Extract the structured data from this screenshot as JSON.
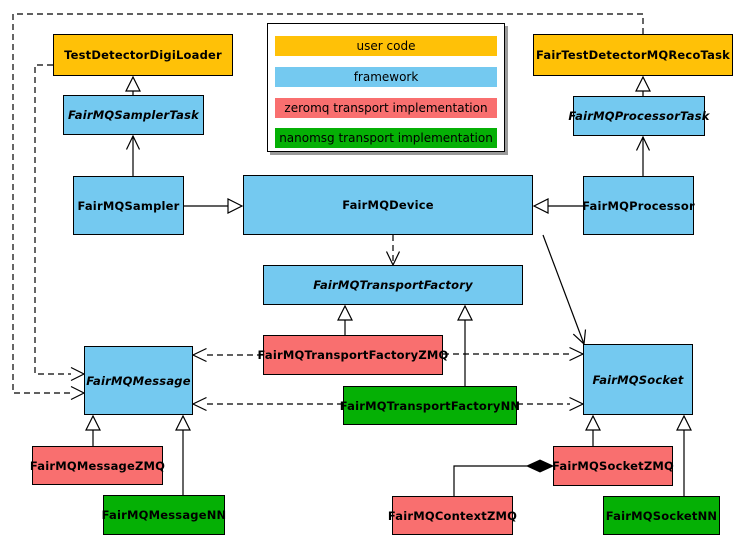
{
  "legend": {
    "items": [
      {
        "label": "user code",
        "color": "#FFC107"
      },
      {
        "label": "framework",
        "color": "#74C9F0"
      },
      {
        "label": "zeromq transport implementation",
        "color": "#F96F6F"
      },
      {
        "label": "nanomsg transport implementation",
        "color": "#05B005"
      }
    ]
  },
  "nodes": [
    {
      "label": "TestDetectorDigiLoader",
      "category": "user code",
      "abstract": false,
      "color": "#FFC107"
    },
    {
      "label": "FairTestDetectorMQRecoTask",
      "category": "user code",
      "abstract": false,
      "color": "#FFC107"
    },
    {
      "label": "FairMQSamplerTask",
      "category": "framework",
      "abstract": true,
      "color": "#74C9F0"
    },
    {
      "label": "FairMQProcessorTask",
      "category": "framework",
      "abstract": true,
      "color": "#74C9F0"
    },
    {
      "label": "FairMQSampler",
      "category": "framework",
      "abstract": false,
      "color": "#74C9F0"
    },
    {
      "label": "FairMQDevice",
      "category": "framework",
      "abstract": false,
      "color": "#74C9F0"
    },
    {
      "label": "FairMQProcessor",
      "category": "framework",
      "abstract": false,
      "color": "#74C9F0"
    },
    {
      "label": "FairMQTransportFactory",
      "category": "framework",
      "abstract": true,
      "color": "#74C9F0"
    },
    {
      "label": "FairMQTransportFactoryZMQ",
      "category": "zeromq",
      "abstract": false,
      "color": "#F96F6F"
    },
    {
      "label": "FairMQTransportFactoryNN",
      "category": "nanomsg",
      "abstract": false,
      "color": "#05B005"
    },
    {
      "label": "FairMQMessage",
      "category": "framework",
      "abstract": true,
      "color": "#74C9F0"
    },
    {
      "label": "FairMQSocket",
      "category": "framework",
      "abstract": true,
      "color": "#74C9F0"
    },
    {
      "label": "FairMQMessageZMQ",
      "category": "zeromq",
      "abstract": false,
      "color": "#F96F6F"
    },
    {
      "label": "FairMQMessageNN",
      "category": "nanomsg",
      "abstract": false,
      "color": "#05B005"
    },
    {
      "label": "FairMQSocketZMQ",
      "category": "zeromq",
      "abstract": false,
      "color": "#F96F6F"
    },
    {
      "label": "FairMQSocketNN",
      "category": "nanomsg",
      "abstract": false,
      "color": "#05B005"
    },
    {
      "label": "FairMQContextZMQ",
      "category": "zeromq",
      "abstract": false,
      "color": "#F96F6F"
    }
  ],
  "edges": [
    {
      "from": "FairMQSamplerTask",
      "to": "TestDetectorDigiLoader",
      "line": "solid",
      "arrow": "hollow-triangle"
    },
    {
      "from": "FairMQProcessorTask",
      "to": "FairTestDetectorMQRecoTask",
      "line": "solid",
      "arrow": "hollow-triangle"
    },
    {
      "from": "FairMQSampler",
      "to": "FairMQSamplerTask",
      "line": "solid",
      "arrow": "open-vee"
    },
    {
      "from": "FairMQProcessor",
      "to": "FairMQProcessorTask",
      "line": "solid",
      "arrow": "open-vee"
    },
    {
      "from": "FairMQSampler",
      "to": "FairMQDevice",
      "line": "solid",
      "arrow": "hollow-triangle"
    },
    {
      "from": "FairMQProcessor",
      "to": "FairMQDevice",
      "line": "solid",
      "arrow": "hollow-triangle"
    },
    {
      "from": "FairMQDevice",
      "to": "FairMQTransportFactory",
      "line": "dashed",
      "arrow": "open-vee"
    },
    {
      "from": "FairMQDevice",
      "to": "FairMQSocket",
      "line": "solid",
      "arrow": "open-vee"
    },
    {
      "from": "TestDetectorDigiLoader",
      "to": "FairMQMessage",
      "line": "dashed",
      "arrow": "open-vee"
    },
    {
      "from": "FairTestDetectorMQRecoTask",
      "to": "FairMQMessage",
      "line": "dashed",
      "arrow": "open-vee"
    },
    {
      "from": "FairMQTransportFactoryZMQ",
      "to": "FairMQTransportFactory",
      "line": "solid",
      "arrow": "hollow-triangle"
    },
    {
      "from": "FairMQTransportFactoryNN",
      "to": "FairMQTransportFactory",
      "line": "solid",
      "arrow": "hollow-triangle"
    },
    {
      "from": "FairMQTransportFactoryZMQ",
      "to": "FairMQMessage",
      "line": "dashed",
      "arrow": "open-vee"
    },
    {
      "from": "FairMQTransportFactoryZMQ",
      "to": "FairMQSocket",
      "line": "dashed",
      "arrow": "open-vee"
    },
    {
      "from": "FairMQTransportFactoryNN",
      "to": "FairMQMessage",
      "line": "dashed",
      "arrow": "open-vee"
    },
    {
      "from": "FairMQTransportFactoryNN",
      "to": "FairMQSocket",
      "line": "dashed",
      "arrow": "open-vee"
    },
    {
      "from": "FairMQMessageZMQ",
      "to": "FairMQMessage",
      "line": "solid",
      "arrow": "hollow-triangle"
    },
    {
      "from": "FairMQMessageNN",
      "to": "FairMQMessage",
      "line": "solid",
      "arrow": "hollow-triangle"
    },
    {
      "from": "FairMQSocketZMQ",
      "to": "FairMQSocket",
      "line": "solid",
      "arrow": "hollow-triangle"
    },
    {
      "from": "FairMQSocketNN",
      "to": "FairMQSocket",
      "line": "solid",
      "arrow": "hollow-triangle"
    },
    {
      "from": "FairMQContextZMQ",
      "to": "FairMQSocketZMQ",
      "line": "solid",
      "arrow": "filled-diamond"
    }
  ]
}
